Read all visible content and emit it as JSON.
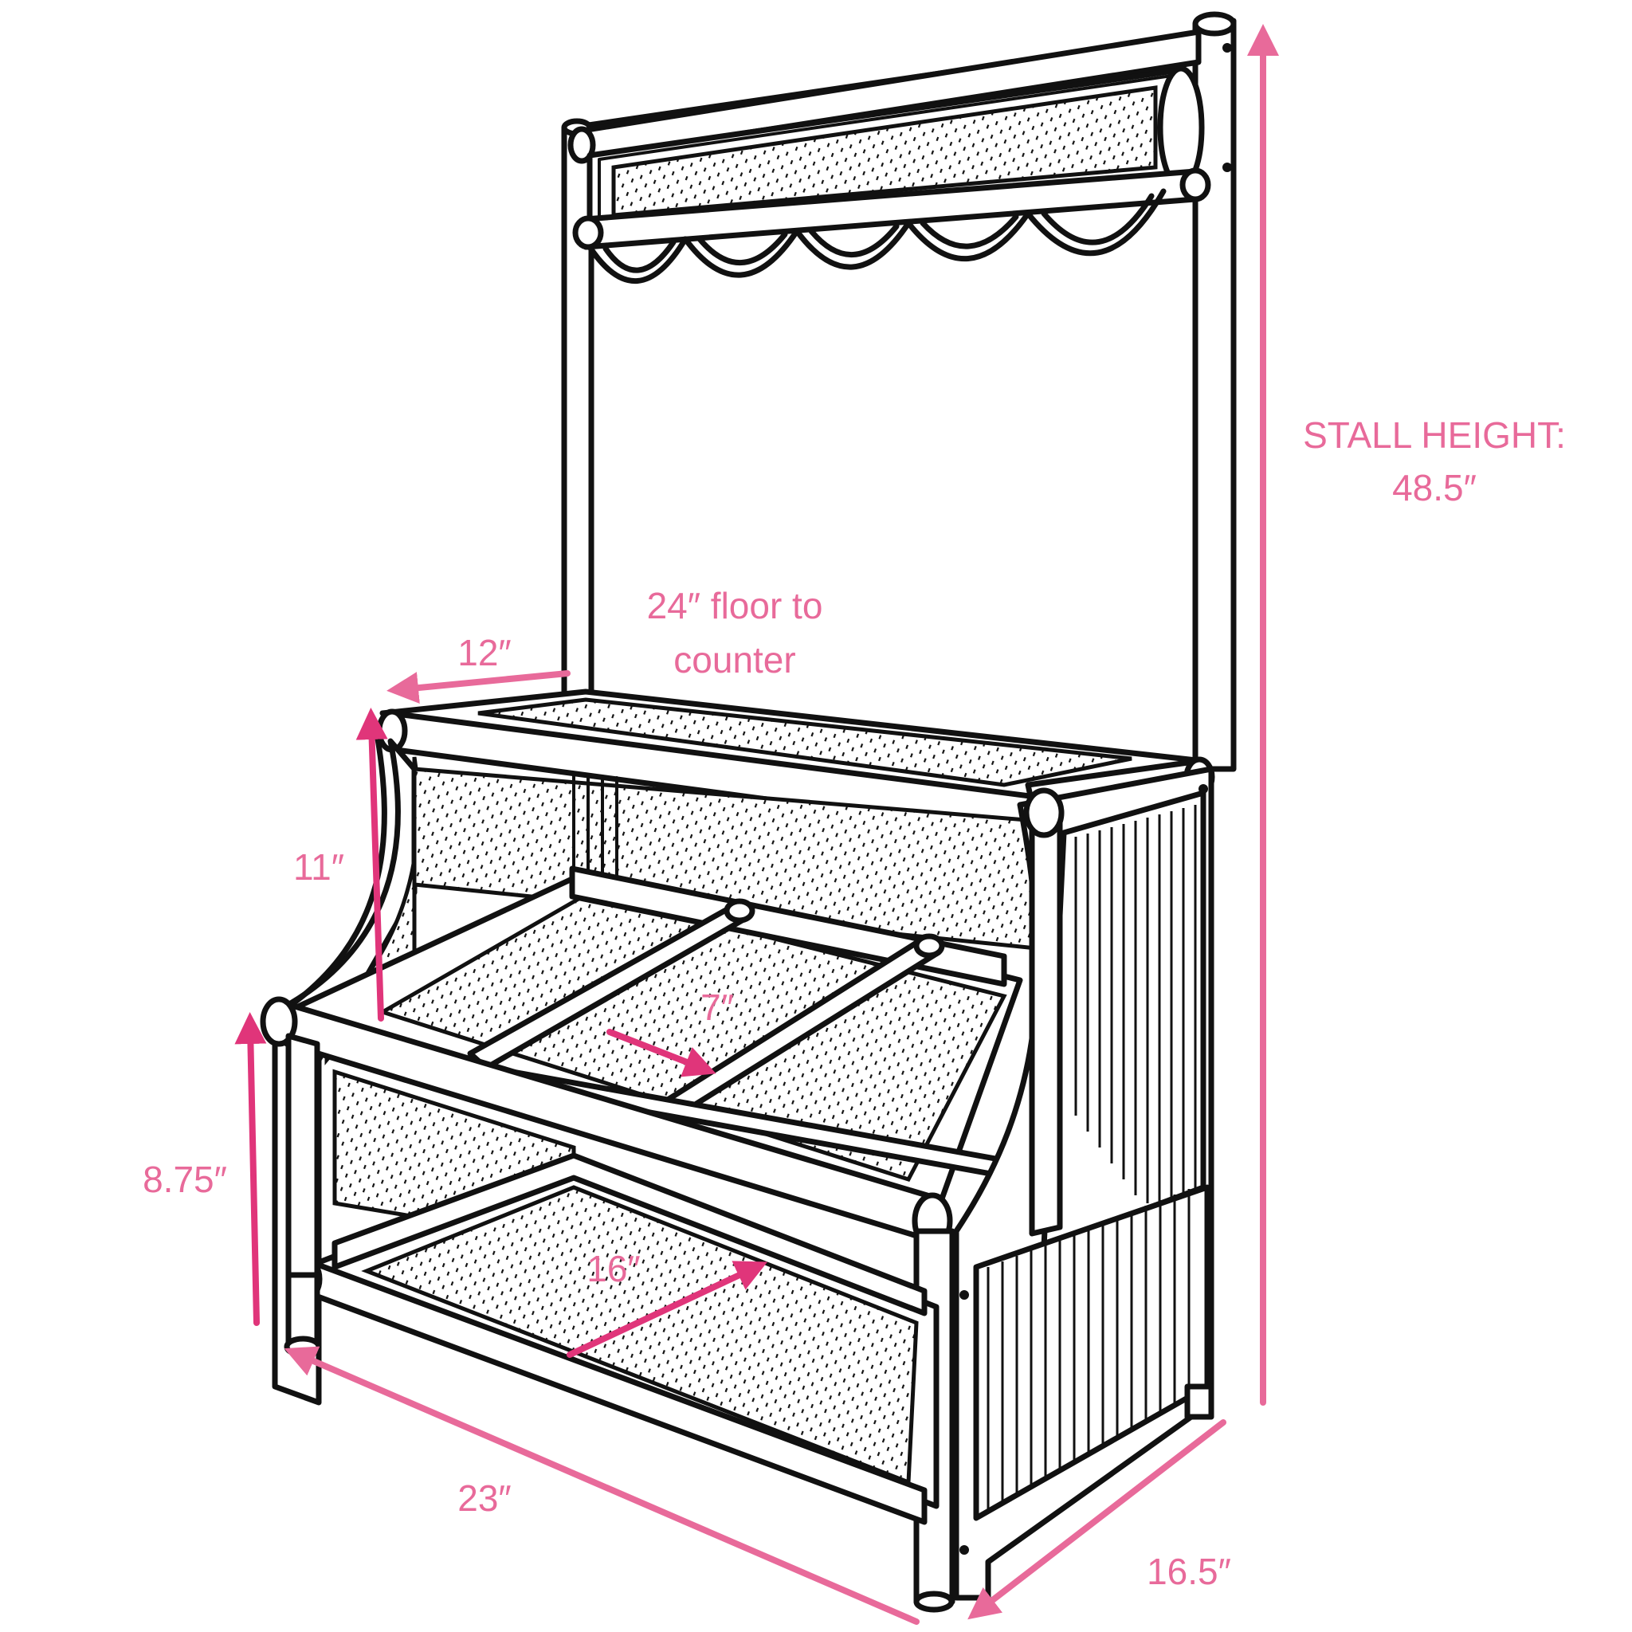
{
  "colors": {
    "dimension_light": "#e86a9a",
    "dimension_dark": "#e0357a",
    "ink": "#111111",
    "background": "#ffffff"
  },
  "labels": {
    "stall_height_title": "STALL HEIGHT:",
    "stall_height_value": "48.5″",
    "counter_height_line1": "24″  floor to",
    "counter_height_line2": "counter",
    "counter_depth": "12″",
    "step_height": "11″",
    "compartment_width": "7″",
    "bottom_shelf_height": "8.75″",
    "bottom_shelf_depth": "16″",
    "base_width": "23″",
    "base_depth": "16.5″"
  }
}
